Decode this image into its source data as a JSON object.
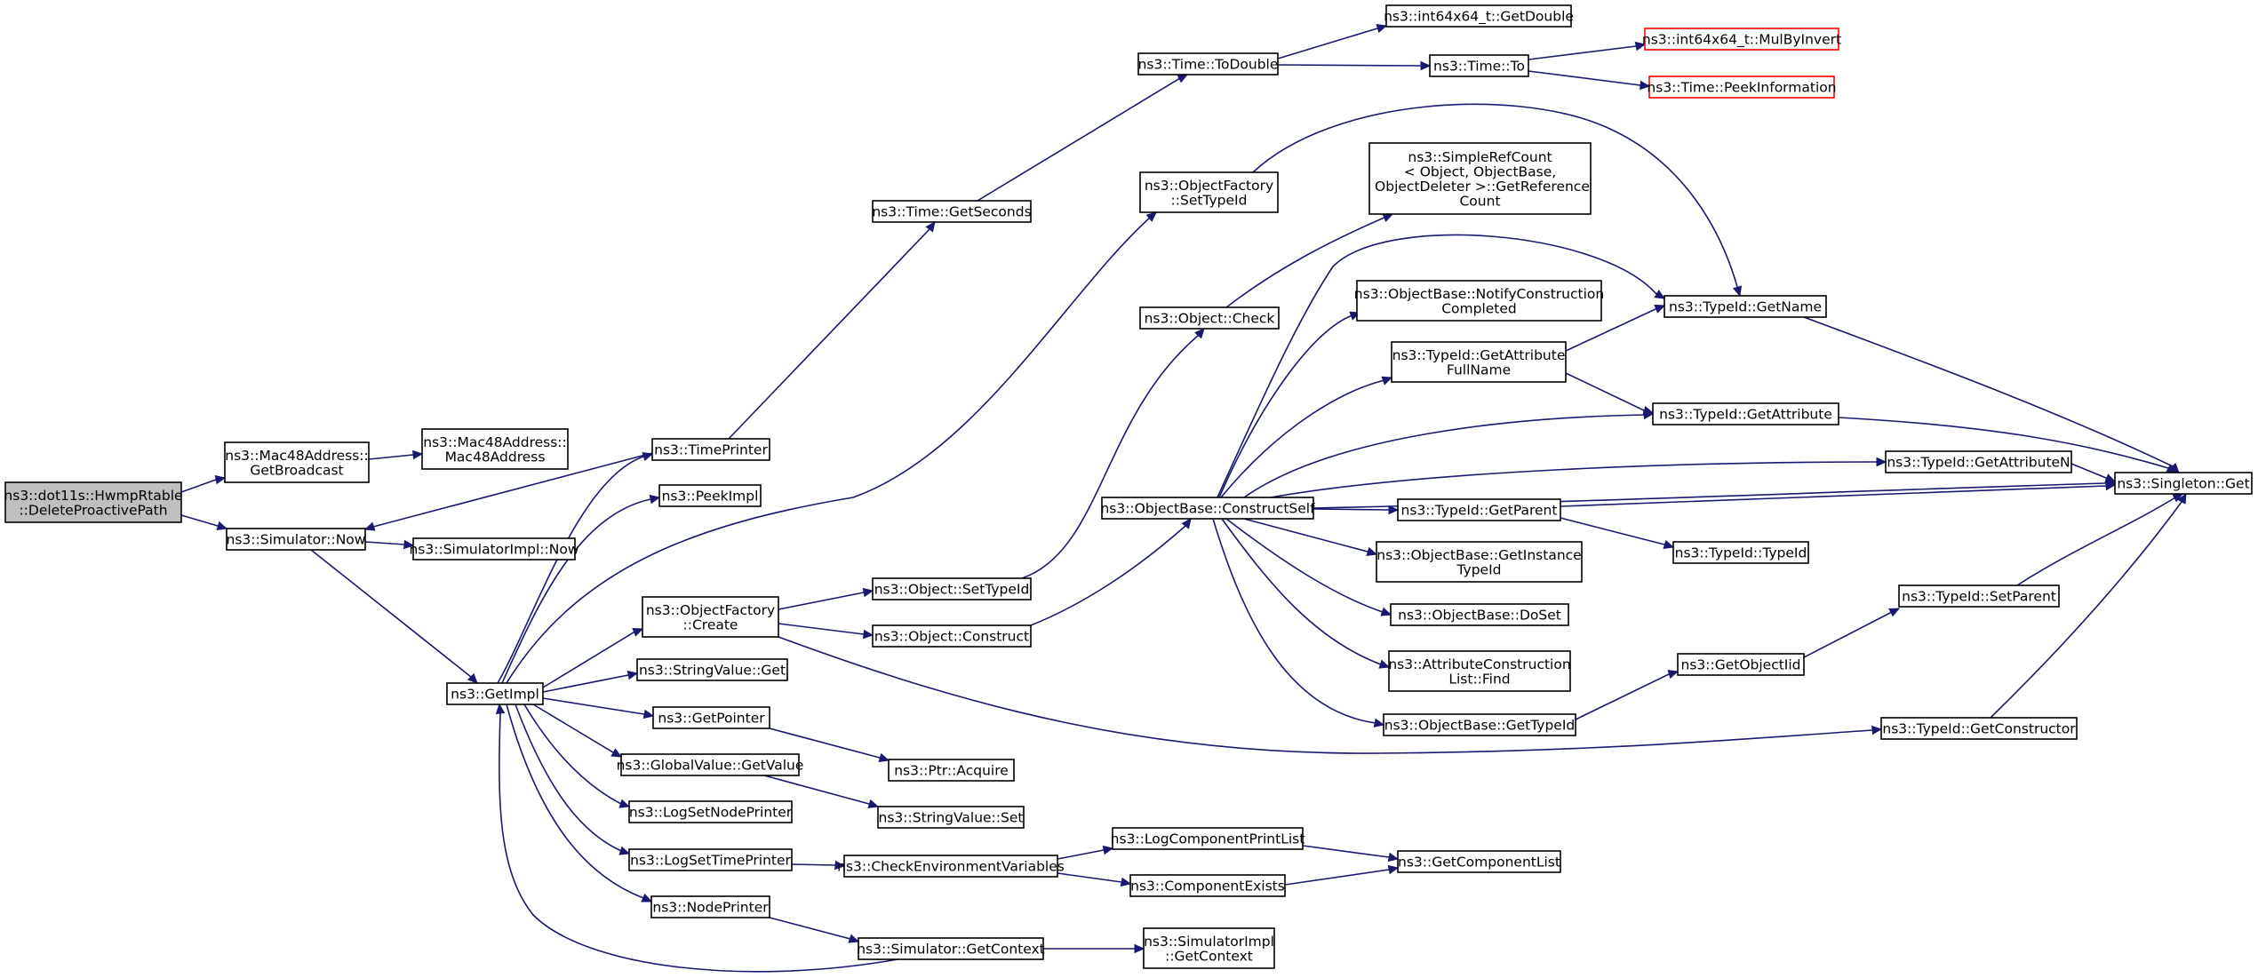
{
  "colors": {
    "edge": "#191970",
    "node_border": "#000000",
    "node_fill": "#ffffff",
    "root_fill": "#bfbfbf",
    "truncated_border": "#ff0000"
  },
  "nodes": {
    "deleteProactivePath": {
      "lines": [
        "ns3::dot11s::HwmpRtable",
        "::DeleteProactivePath"
      ],
      "kind": "root"
    },
    "mac48GetBroadcast": {
      "lines": [
        "ns3::Mac48Address::",
        "GetBroadcast"
      ],
      "kind": "normal"
    },
    "mac48Ctor": {
      "lines": [
        "ns3::Mac48Address::",
        "Mac48Address"
      ],
      "kind": "normal"
    },
    "simulatorNow": {
      "lines": [
        "ns3::Simulator::Now"
      ],
      "kind": "normal"
    },
    "simulatorImplNow": {
      "lines": [
        "ns3::SimulatorImpl::Now"
      ],
      "kind": "normal"
    },
    "getImpl": {
      "lines": [
        "ns3::GetImpl"
      ],
      "kind": "normal"
    },
    "timePrinter": {
      "lines": [
        "ns3::TimePrinter"
      ],
      "kind": "normal"
    },
    "peekImpl": {
      "lines": [
        "ns3::PeekImpl"
      ],
      "kind": "normal"
    },
    "objectFactoryCreate": {
      "lines": [
        "ns3::ObjectFactory",
        "::Create"
      ],
      "kind": "normal"
    },
    "stringValueGet": {
      "lines": [
        "ns3::StringValue::Get"
      ],
      "kind": "normal"
    },
    "getPointer": {
      "lines": [
        "ns3::GetPointer"
      ],
      "kind": "normal"
    },
    "globalValueGetValue": {
      "lines": [
        "ns3::GlobalValue::GetValue"
      ],
      "kind": "normal"
    },
    "logSetNodePrinter": {
      "lines": [
        "ns3::LogSetNodePrinter"
      ],
      "kind": "normal"
    },
    "logSetTimePrinter": {
      "lines": [
        "ns3::LogSetTimePrinter"
      ],
      "kind": "normal"
    },
    "nodePrinter": {
      "lines": [
        "ns3::NodePrinter"
      ],
      "kind": "normal"
    },
    "timeGetSeconds": {
      "lines": [
        "ns3::Time::GetSeconds"
      ],
      "kind": "normal"
    },
    "timeToDouble": {
      "lines": [
        "ns3::Time::ToDouble"
      ],
      "kind": "normal"
    },
    "int64GetDouble": {
      "lines": [
        "ns3::int64x64_t::GetDouble"
      ],
      "kind": "normal"
    },
    "timeTo": {
      "lines": [
        "ns3::Time::To"
      ],
      "kind": "normal"
    },
    "int64MulByInvert": {
      "lines": [
        "ns3::int64x64_t::MulByInvert"
      ],
      "kind": "truncated"
    },
    "timePeekInformation": {
      "lines": [
        "ns3::Time::PeekInformation"
      ],
      "kind": "truncated"
    },
    "objectFactorySetTypeId": {
      "lines": [
        "ns3::ObjectFactory",
        "::SetTypeId"
      ],
      "kind": "normal"
    },
    "simpleRefCount": {
      "lines": [
        "ns3::SimpleRefCount",
        "< Object, ObjectBase,",
        " ObjectDeleter >::GetReference",
        "Count"
      ],
      "kind": "normal"
    },
    "objectCheck": {
      "lines": [
        "ns3::Object::Check"
      ],
      "kind": "normal"
    },
    "objectSetTypeId": {
      "lines": [
        "ns3::Object::SetTypeId"
      ],
      "kind": "normal"
    },
    "objectConstruct": {
      "lines": [
        "ns3::Object::Construct"
      ],
      "kind": "normal"
    },
    "ptrAcquire": {
      "lines": [
        "ns3::Ptr::Acquire"
      ],
      "kind": "normal"
    },
    "stringValueSet": {
      "lines": [
        "ns3::StringValue::Set"
      ],
      "kind": "normal"
    },
    "checkEnvVars": {
      "lines": [
        "ns3::CheckEnvironmentVariables"
      ],
      "kind": "normal"
    },
    "simulatorGetContext": {
      "lines": [
        "ns3::Simulator::GetContext"
      ],
      "kind": "normal"
    },
    "objectBaseConstructSelf": {
      "lines": [
        "ns3::ObjectBase::ConstructSelf"
      ],
      "kind": "normal"
    },
    "notifyConstructionCompleted": {
      "lines": [
        "ns3::ObjectBase::NotifyConstruction",
        "Completed"
      ],
      "kind": "normal"
    },
    "typeIdGetAttributeFullName": {
      "lines": [
        "ns3::TypeId::GetAttribute",
        "FullName"
      ],
      "kind": "normal"
    },
    "typeIdGetParent": {
      "lines": [
        "ns3::TypeId::GetParent"
      ],
      "kind": "normal"
    },
    "objectBaseGetInstanceTypeId": {
      "lines": [
        "ns3::ObjectBase::GetInstance",
        "TypeId"
      ],
      "kind": "normal"
    },
    "objectBaseDoSet": {
      "lines": [
        "ns3::ObjectBase::DoSet"
      ],
      "kind": "normal"
    },
    "attrConstructionListFind": {
      "lines": [
        "ns3::AttributeConstruction",
        "List::Find"
      ],
      "kind": "normal"
    },
    "objectBaseGetTypeId": {
      "lines": [
        "ns3::ObjectBase::GetTypeId"
      ],
      "kind": "normal"
    },
    "logComponentPrintList": {
      "lines": [
        "ns3::LogComponentPrintList"
      ],
      "kind": "normal"
    },
    "componentExists": {
      "lines": [
        "ns3::ComponentExists"
      ],
      "kind": "normal"
    },
    "getComponentList": {
      "lines": [
        "ns3::GetComponentList"
      ],
      "kind": "normal"
    },
    "simulatorImplGetContext": {
      "lines": [
        "ns3::SimulatorImpl",
        "::GetContext"
      ],
      "kind": "normal"
    },
    "typeIdGetName": {
      "lines": [
        "ns3::TypeId::GetName"
      ],
      "kind": "normal"
    },
    "typeIdGetAttribute": {
      "lines": [
        "ns3::TypeId::GetAttribute"
      ],
      "kind": "normal"
    },
    "typeIdGetAttributeN": {
      "lines": [
        "ns3::TypeId::GetAttributeN"
      ],
      "kind": "normal"
    },
    "typeIdTypeId": {
      "lines": [
        "ns3::TypeId::TypeId"
      ],
      "kind": "normal"
    },
    "getObjectIid": {
      "lines": [
        "ns3::GetObjectIid"
      ],
      "kind": "normal"
    },
    "typeIdSetParent": {
      "lines": [
        "ns3::TypeId::SetParent"
      ],
      "kind": "normal"
    },
    "typeIdGetConstructor": {
      "lines": [
        "ns3::TypeId::GetConstructor"
      ],
      "kind": "normal"
    },
    "singletonGet": {
      "lines": [
        "ns3::Singleton::Get"
      ],
      "kind": "normal"
    }
  },
  "edges": [
    [
      "deleteProactivePath",
      "mac48GetBroadcast"
    ],
    [
      "deleteProactivePath",
      "simulatorNow"
    ],
    [
      "mac48GetBroadcast",
      "mac48Ctor"
    ],
    [
      "simulatorNow",
      "simulatorImplNow"
    ],
    [
      "simulatorNow",
      "getImpl"
    ],
    [
      "timePrinter",
      "simulatorNow"
    ],
    [
      "getImpl",
      "timePrinter"
    ],
    [
      "getImpl",
      "peekImpl"
    ],
    [
      "getImpl",
      "objectFactorySetTypeId"
    ],
    [
      "getImpl",
      "objectFactoryCreate"
    ],
    [
      "getImpl",
      "stringValueGet"
    ],
    [
      "getImpl",
      "getPointer"
    ],
    [
      "getImpl",
      "globalValueGetValue"
    ],
    [
      "getImpl",
      "logSetNodePrinter"
    ],
    [
      "getImpl",
      "logSetTimePrinter"
    ],
    [
      "getImpl",
      "nodePrinter"
    ],
    [
      "simulatorGetContext",
      "getImpl"
    ],
    [
      "timePrinter",
      "timeGetSeconds"
    ],
    [
      "timeGetSeconds",
      "timeToDouble"
    ],
    [
      "timeToDouble",
      "int64GetDouble"
    ],
    [
      "timeToDouble",
      "timeTo"
    ],
    [
      "timeTo",
      "int64MulByInvert"
    ],
    [
      "timeTo",
      "timePeekInformation"
    ],
    [
      "objectFactorySetTypeId",
      "typeIdGetName"
    ],
    [
      "objectFactoryCreate",
      "objectSetTypeId"
    ],
    [
      "objectFactoryCreate",
      "objectConstruct"
    ],
    [
      "objectFactoryCreate",
      "typeIdGetConstructor"
    ],
    [
      "objectSetTypeId",
      "objectCheck"
    ],
    [
      "objectCheck",
      "simpleRefCount"
    ],
    [
      "objectConstruct",
      "objectBaseConstructSelf"
    ],
    [
      "getPointer",
      "ptrAcquire"
    ],
    [
      "globalValueGetValue",
      "stringValueSet"
    ],
    [
      "logSetTimePrinter",
      "checkEnvVars"
    ],
    [
      "nodePrinter",
      "simulatorGetContext"
    ],
    [
      "checkEnvVars",
      "logComponentPrintList"
    ],
    [
      "checkEnvVars",
      "componentExists"
    ],
    [
      "logComponentPrintList",
      "getComponentList"
    ],
    [
      "componentExists",
      "getComponentList"
    ],
    [
      "simulatorGetContext",
      "simulatorImplGetContext"
    ],
    [
      "objectBaseConstructSelf",
      "typeIdGetName"
    ],
    [
      "objectBaseConstructSelf",
      "notifyConstructionCompleted"
    ],
    [
      "objectBaseConstructSelf",
      "typeIdGetAttributeFullName"
    ],
    [
      "objectBaseConstructSelf",
      "typeIdGetAttribute"
    ],
    [
      "objectBaseConstructSelf",
      "typeIdGetAttributeN"
    ],
    [
      "objectBaseConstructSelf",
      "singletonGet"
    ],
    [
      "objectBaseConstructSelf",
      "typeIdGetParent"
    ],
    [
      "objectBaseConstructSelf",
      "objectBaseGetInstanceTypeId"
    ],
    [
      "objectBaseConstructSelf",
      "objectBaseDoSet"
    ],
    [
      "objectBaseConstructSelf",
      "attrConstructionListFind"
    ],
    [
      "objectBaseConstructSelf",
      "objectBaseGetTypeId"
    ],
    [
      "typeIdGetAttributeFullName",
      "typeIdGetName"
    ],
    [
      "typeIdGetAttributeFullName",
      "typeIdGetAttribute"
    ],
    [
      "typeIdGetParent",
      "typeIdTypeId"
    ],
    [
      "objectBaseGetTypeId",
      "getObjectIid"
    ],
    [
      "getObjectIid",
      "typeIdSetParent"
    ],
    [
      "typeIdGetName",
      "singletonGet"
    ],
    [
      "typeIdGetAttribute",
      "singletonGet"
    ],
    [
      "typeIdGetAttributeN",
      "singletonGet"
    ],
    [
      "typeIdSetParent",
      "singletonGet"
    ],
    [
      "typeIdGetConstructor",
      "singletonGet"
    ]
  ]
}
